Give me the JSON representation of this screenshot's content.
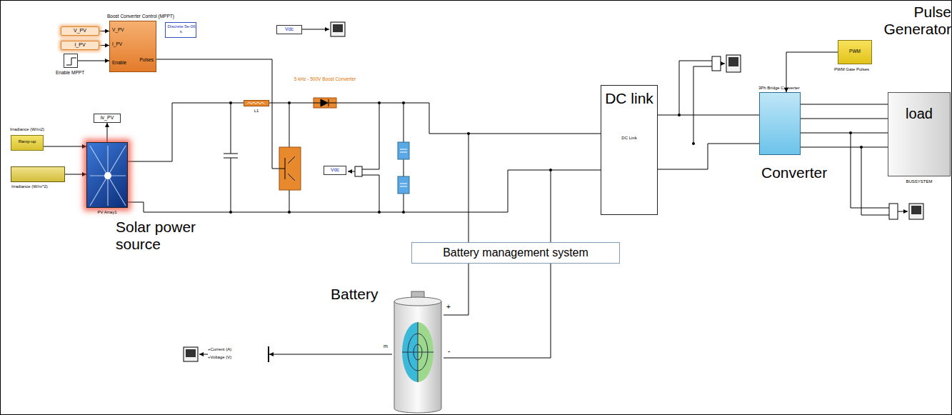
{
  "diagram": {
    "nodes": [
      {
        "text": [
          "V_PV"
        ]
      },
      {
        "text": [
          "I_PV"
        ]
      },
      {
        "text": [
          "Enable MPPT"
        ]
      },
      {
        "text": [
          "Boost Converter Control (MPPT)",
          "V_PV",
          "I_PV",
          "Enable",
          "Pulses"
        ]
      },
      {
        "text": [
          "Discrete 5e-06 s."
        ]
      },
      {
        "text": [
          "Vdc"
        ]
      },
      {
        "text": [
          "Ramp-up",
          "Irradiance (W/m2)"
        ]
      },
      {
        "text": [
          "Irradiance (W/m^2)"
        ]
      },
      {
        "text": [
          "PV Array1",
          "Solar power source"
        ]
      },
      {
        "text": [
          "Iv_PV"
        ]
      },
      {
        "text": [
          "L1"
        ]
      },
      {
        "text": [
          "5 kHz - 500V Boost Converter"
        ]
      },
      {
        "text": [
          "Vdc"
        ]
      },
      {
        "text": [
          "DC link",
          "DC Link"
        ]
      },
      {
        "text": [
          "3Ph Bridge Converter",
          "Converter"
        ]
      },
      {
        "text": [
          "PWM",
          "PWM Gate Pulses",
          "Pulse Generator"
        ]
      },
      {
        "text": [
          "load",
          "BUSSYSTEM"
        ]
      },
      {
        "text": [
          "Battery management system"
        ]
      },
      {
        "text": [
          "Battery",
          "+",
          "-"
        ]
      },
      {
        "text": [
          "+Current (A)",
          "+Voltage (V)"
        ]
      }
    ],
    "edges": [
      {
        "from": 0,
        "to": 3,
        "arrow": "to"
      },
      {
        "from": 1,
        "to": 3,
        "arrow": "to"
      },
      {
        "from": 2,
        "to": 3,
        "arrow": "to"
      },
      {
        "from": 6,
        "to": 8,
        "arrow": "to"
      },
      {
        "from": 7,
        "to": 8,
        "arrow": "to"
      },
      {
        "from": 8,
        "to": 9,
        "arrow": "to"
      },
      {
        "from": 13,
        "to": 14,
        "arrow": "none"
      },
      {
        "from": 14,
        "to": 16,
        "arrow": "none"
      },
      {
        "from": 15,
        "to": 14,
        "arrow": "to"
      },
      {
        "from": 18,
        "to": 19,
        "arrow": "to"
      }
    ],
    "labels": [
      "m"
    ]
  }
}
